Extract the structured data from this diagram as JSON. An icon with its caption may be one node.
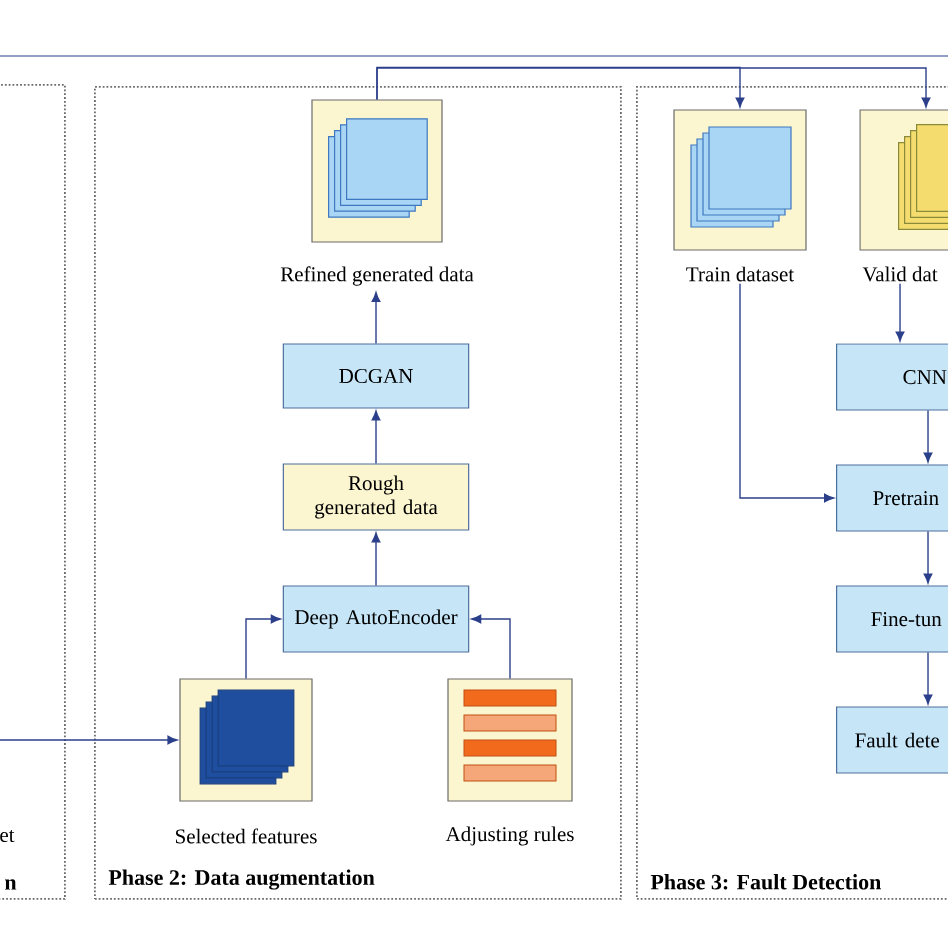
{
  "diagram": {
    "nodes": [
      {
        "text": [
          "et",
          "n"
        ]
      },
      {
        "text": [
          "Phase 2: Data augmentation"
        ]
      },
      {
        "text": [
          "Refined generated data"
        ],
        "in": 1
      },
      {
        "text": [
          "DCGAN"
        ],
        "in": 1
      },
      {
        "text": [
          "Rough generated data"
        ],
        "in": 1
      },
      {
        "text": [
          "Deep AutoEncoder"
        ],
        "in": 1
      },
      {
        "text": [
          "Selected features"
        ],
        "in": 1
      },
      {
        "text": [
          "Adjusting rules"
        ],
        "in": 1
      },
      {
        "text": [
          "Phase 3: Fault Detection"
        ]
      },
      {
        "text": [
          "Train dataset"
        ],
        "in": 8
      },
      {
        "text": [
          "Valid dat"
        ],
        "in": 8
      },
      {
        "text": [
          "CNN"
        ],
        "in": 8
      },
      {
        "text": [
          "Pretrain"
        ],
        "in": 8
      },
      {
        "text": [
          "Fine-tun"
        ],
        "in": 8
      },
      {
        "text": [
          "Fault dete"
        ],
        "in": 8
      }
    ],
    "edges": [
      {
        "from": 0,
        "to": 6,
        "arrow": "to"
      },
      {
        "from": 6,
        "to": 5,
        "arrow": "to"
      },
      {
        "from": 7,
        "to": 5,
        "arrow": "to"
      },
      {
        "from": 5,
        "to": 4,
        "arrow": "to"
      },
      {
        "from": 4,
        "to": 3,
        "arrow": "to"
      },
      {
        "from": 3,
        "to": 2,
        "arrow": "to"
      },
      {
        "from": 2,
        "to": 9,
        "arrow": "to"
      },
      {
        "from": 2,
        "to": 10,
        "arrow": "to"
      },
      {
        "from": 9,
        "to": 12,
        "arrow": "to"
      },
      {
        "from": 10,
        "to": 11,
        "arrow": "to"
      },
      {
        "from": 11,
        "to": 12,
        "arrow": "to"
      },
      {
        "from": 12,
        "to": 13,
        "arrow": "to"
      },
      {
        "from": 13,
        "to": 14,
        "arrow": "to"
      }
    ]
  }
}
